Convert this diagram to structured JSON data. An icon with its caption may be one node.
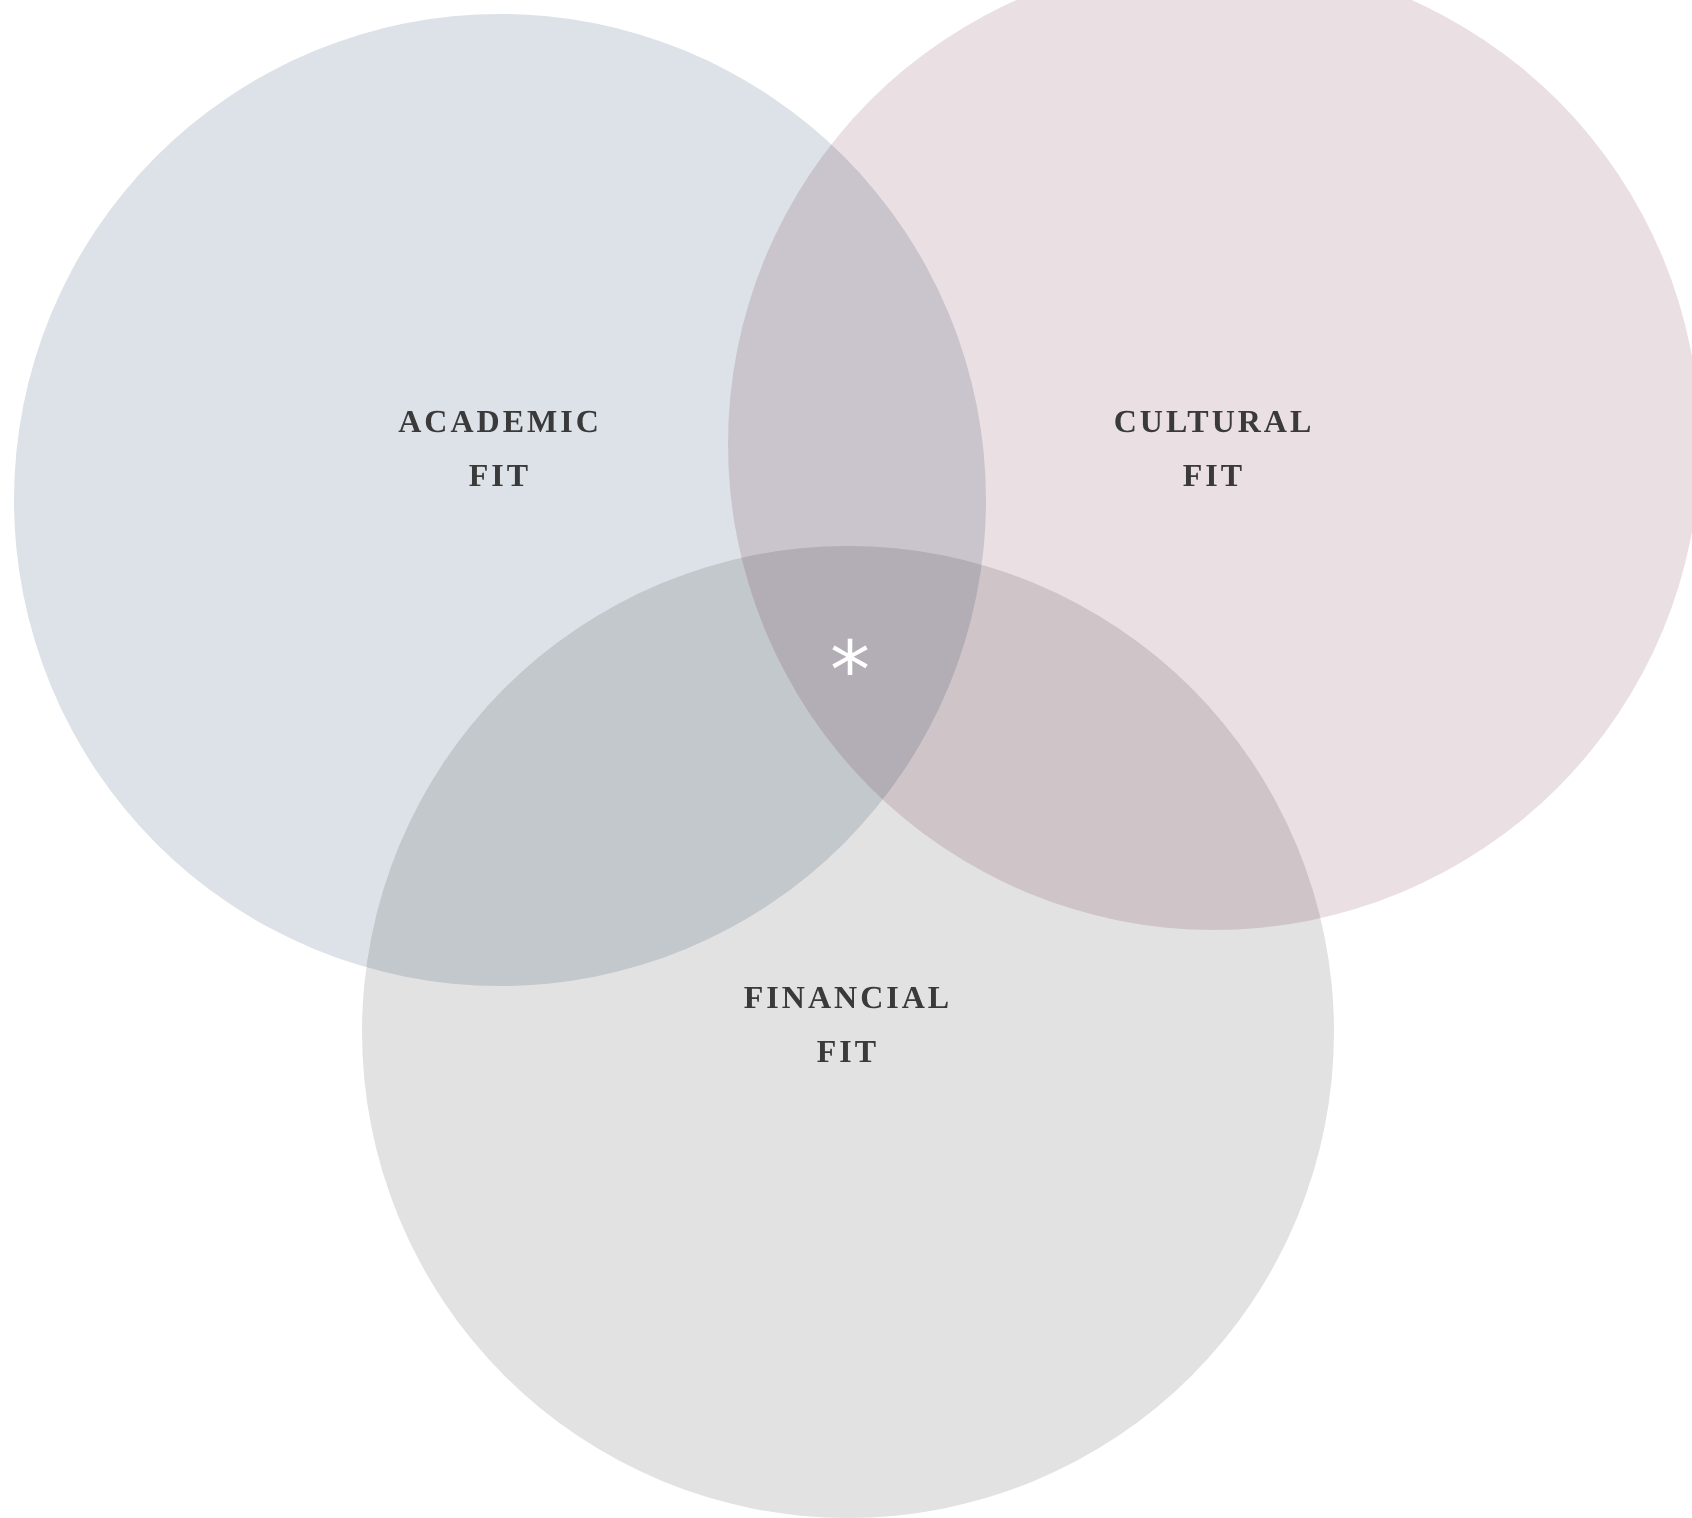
{
  "diagram": {
    "nodes": [
      {
        "text": [
          "ACADEMIC FIT"
        ]
      },
      {
        "text": [
          "CULTURAL FIT"
        ]
      },
      {
        "text": [
          "FINANCIAL FIT"
        ]
      }
    ],
    "labels": [
      "*"
    ]
  }
}
